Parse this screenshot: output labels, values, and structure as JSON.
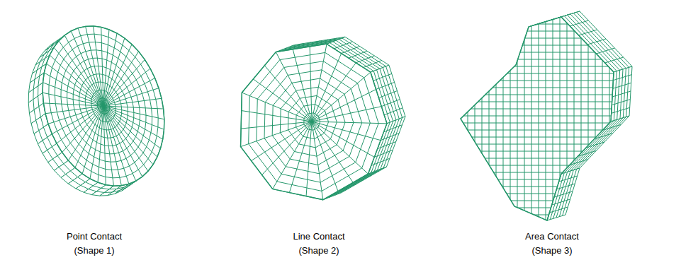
{
  "diagram": {
    "labels": [
      "Point Contact (Shape 1)",
      "Line Contact (Shape 2)",
      "Area Contact (Shape 3)"
    ]
  }
}
